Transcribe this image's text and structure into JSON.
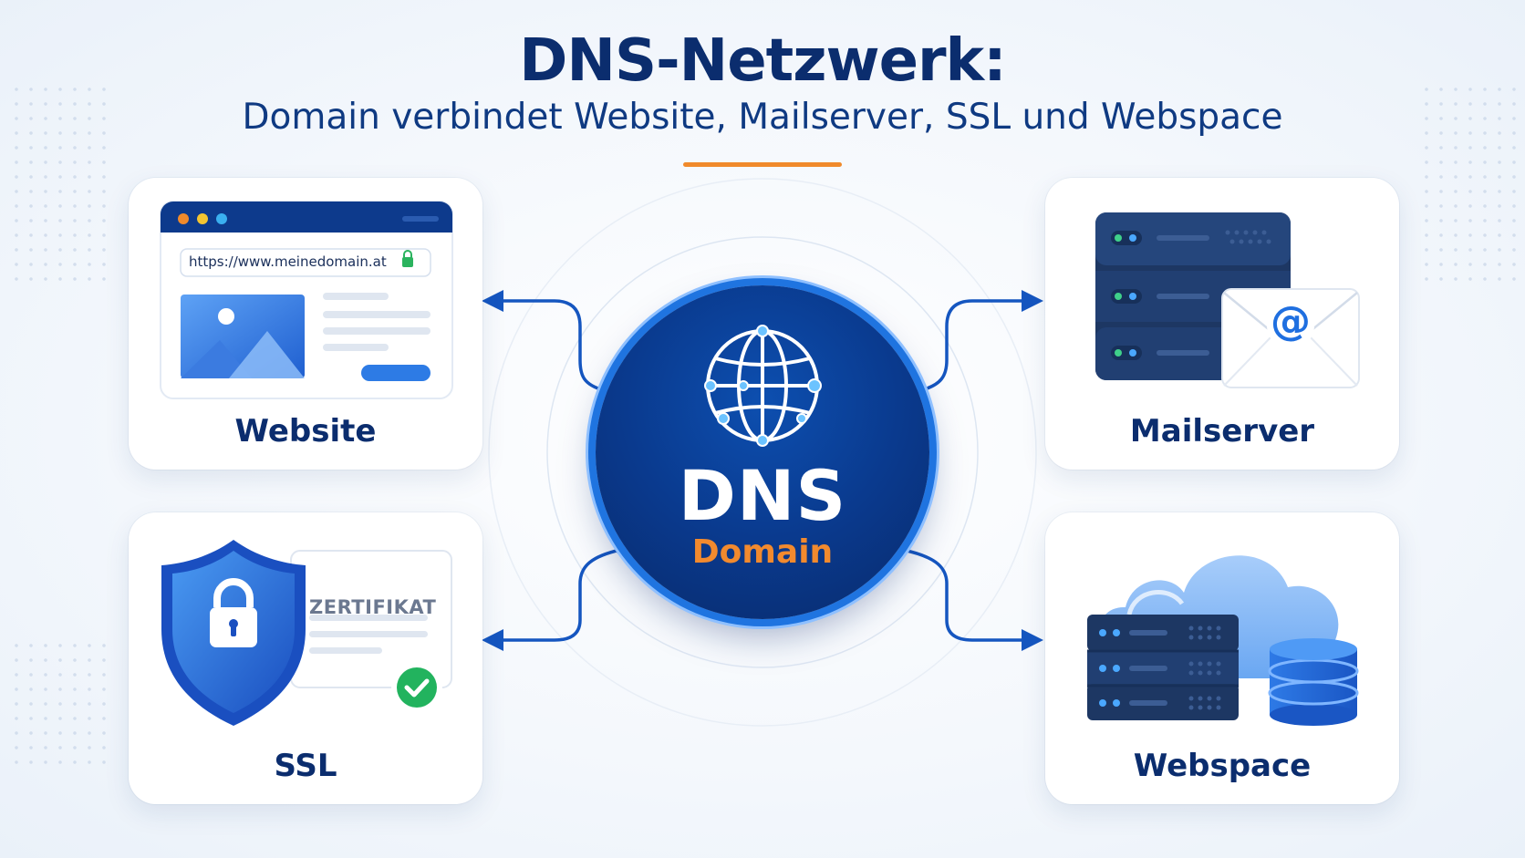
{
  "header": {
    "title": "DNS-Netzwerk:",
    "subtitle": "Domain verbindet Website, Mailserver, SSL und Webspace"
  },
  "center": {
    "title": "DNS",
    "subtitle": "Domain"
  },
  "cards": {
    "website": {
      "label": "Website",
      "url": "https://www.meinedomain.at"
    },
    "mailserver": {
      "label": "Mailserver",
      "mail_symbol": "@"
    },
    "ssl": {
      "label": "SSL",
      "certificate_title": "ZERTIFIKAT"
    },
    "webspace": {
      "label": "Webspace"
    }
  },
  "colors": {
    "navy": "#0b2d6e",
    "accent_blue": "#1f74e0",
    "accent_orange": "#f28a2e",
    "success_green": "#22b35e"
  },
  "icons": [
    "browser-window-icon",
    "server-mail-icon",
    "shield-lock-icon",
    "certificate-icon",
    "cloud-server-icon",
    "globe-network-icon"
  ]
}
